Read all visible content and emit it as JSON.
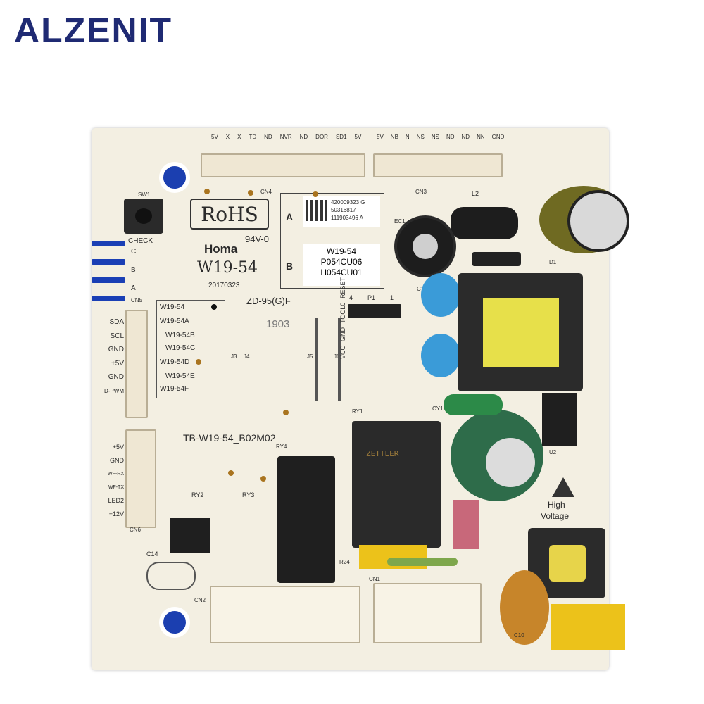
{
  "brand": {
    "name": "ALZENIT",
    "color": "#1f2a73"
  },
  "board": {
    "rohs": "RoHS",
    "flame_rating": "94V-0",
    "maker": "Homa",
    "model": "W19-54",
    "date_code": "20170323",
    "zd_code": "ZD-95(G)F",
    "stamp": "1903",
    "pn": "TB-W19-54_B02M02",
    "label_a": "A",
    "label_b": "B",
    "qr_lines": [
      "420009323 G",
      "50316817",
      "111903496 A"
    ],
    "sticker_lines": [
      "W19-54",
      "P054CU06",
      "H054CU01"
    ],
    "check_label": "CHECK",
    "abc": [
      "C",
      "B",
      "A"
    ],
    "sw1": "SW1",
    "variants": [
      "W19-54",
      "W19-54A",
      "W19-54B",
      "W19-54C",
      "W19-54D",
      "W19-54E",
      "W19-54F"
    ],
    "j_labels": [
      "J3",
      "J4",
      "J5",
      "J6"
    ],
    "cn5": {
      "name": "CN5",
      "pins": [
        "SDA",
        "SCL",
        "GND",
        "+5V",
        "GND",
        "D-PWM"
      ]
    },
    "cn6": {
      "name": "CN6",
      "pins": [
        "+5V",
        "GND",
        "WF-RX",
        "WF-TX",
        "LED2",
        "+12V"
      ]
    },
    "p1": {
      "name": "P1",
      "nums": [
        "4",
        "1"
      ],
      "pins": [
        "RESET",
        "TOOL0",
        "GND",
        "VCC"
      ]
    },
    "cn4": {
      "name": "CN4",
      "pins": [
        "5V",
        "X",
        "X",
        "TD",
        "ND",
        "NVR",
        "ND",
        "DOR",
        "SD1",
        "5V"
      ]
    },
    "cn3": {
      "name": "CN3",
      "pins": [
        "5V",
        "NB",
        "N",
        "NS",
        "NS",
        "ND",
        "ND",
        "NN",
        "GND"
      ]
    },
    "refs": {
      "l2": "L2",
      "d1": "D1",
      "ec1": "EC1",
      "cy2": "CY2",
      "cy1": "CY1",
      "ry1": "RY1",
      "ry2": "RY2",
      "ry3": "RY3",
      "ry4": "RY4",
      "u2": "U2",
      "c14": "C14",
      "r24": "R24",
      "cn1": "CN1",
      "cn2": "CN2",
      "c10": "C10"
    },
    "relay_text": "ZETTLER",
    "hv_label": [
      "High",
      "Voltage"
    ],
    "accent_blue": "#1a3fb5"
  }
}
